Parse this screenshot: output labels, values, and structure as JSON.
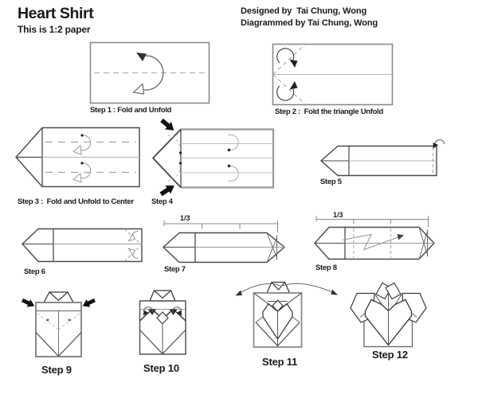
{
  "header": {
    "title": "Heart Shirt",
    "subtitle": "This is 1:2 paper",
    "credit_designed": "Designed by  Tai Chung, Wong",
    "credit_diagrammed": "Diagrammed by Tai Chung, Wong"
  },
  "steps": [
    {
      "label": "Step 1 : Fold and Unfold"
    },
    {
      "label": "Step 2 :  Fold the triangle Unfold"
    },
    {
      "label": "Step 3 :  Fold and Unfold to Center"
    },
    {
      "label": "Step 4"
    },
    {
      "label": "Step 5"
    },
    {
      "label": "Step 6"
    },
    {
      "label": "Step 7"
    },
    {
      "label": "Step 8"
    },
    {
      "label": "Step 9"
    },
    {
      "label": "Step 10"
    },
    {
      "label": "Step 11"
    },
    {
      "label": "Step 12"
    }
  ],
  "annotations": {
    "step7_fraction": "1/3",
    "step8_fraction": "1/3"
  },
  "colors": {
    "ink": "#1a1a1a",
    "outline_dark": "#4a4a4a",
    "outline_gray": "#8a8a8a",
    "crease_light": "#b4b4b4",
    "dashed_fold": "#a8a8a8",
    "arrow_black": "#111111",
    "background": "#ffffff"
  }
}
